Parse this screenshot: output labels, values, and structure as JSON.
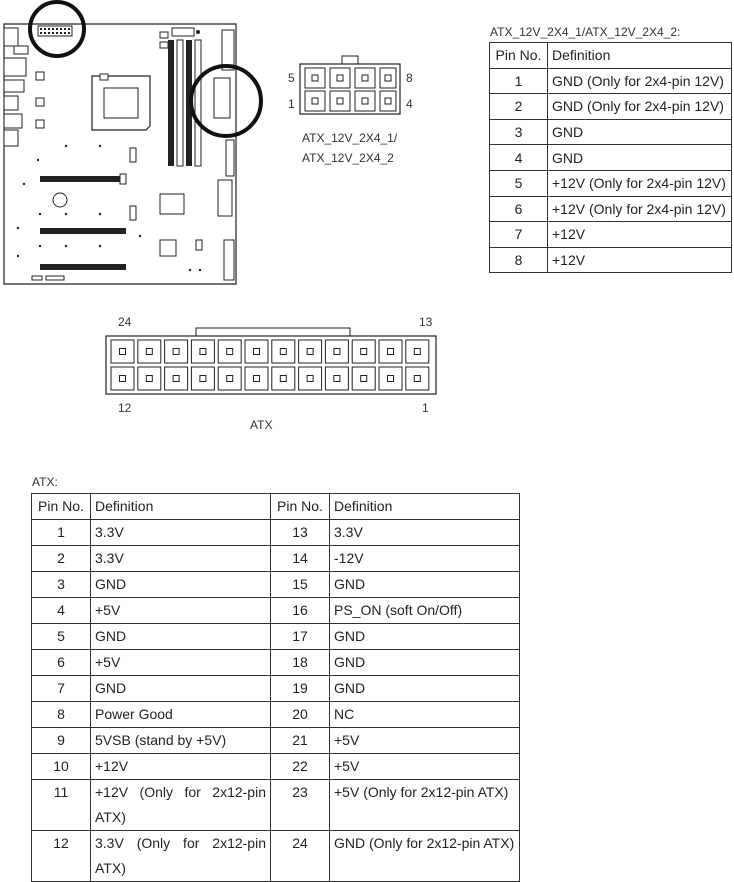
{
  "conn8": {
    "title": "ATX_12V_2X4_1/ATX_12V_2X4_2:",
    "diagram_label_line1": "ATX_12V_2X4_1/",
    "diagram_label_line2": "ATX_12V_2X4_2",
    "pin_labels": {
      "top_left": "5",
      "top_right": "8",
      "bottom_left": "1",
      "bottom_right": "4"
    },
    "headers": [
      "Pin No.",
      "Definition"
    ],
    "rows": [
      [
        "1",
        "GND (Only for 2x4-pin 12V)"
      ],
      [
        "2",
        "GND (Only for 2x4-pin 12V)"
      ],
      [
        "3",
        "GND"
      ],
      [
        "4",
        "GND"
      ],
      [
        "5",
        "+12V (Only for 2x4-pin 12V)"
      ],
      [
        "6",
        "+12V (Only for 2x4-pin 12V)"
      ],
      [
        "7",
        "+12V"
      ],
      [
        "8",
        "+12V"
      ]
    ]
  },
  "atx": {
    "diagram_label": "ATX",
    "pin_labels": {
      "top_left": "24",
      "top_right": "13",
      "bottom_left": "12",
      "bottom_right": "1"
    },
    "title": "ATX:",
    "headers": [
      "Pin No.",
      "Definition",
      "Pin No.",
      "Definition"
    ],
    "rows": [
      [
        "1",
        "3.3V",
        "13",
        "3.3V"
      ],
      [
        "2",
        "3.3V",
        "14",
        "-12V"
      ],
      [
        "3",
        "GND",
        "15",
        "GND"
      ],
      [
        "4",
        "+5V",
        "16",
        "PS_ON (soft On/Off)"
      ],
      [
        "5",
        "GND",
        "17",
        "GND"
      ],
      [
        "6",
        "+5V",
        "18",
        "GND"
      ],
      [
        "7",
        "GND",
        "19",
        "GND"
      ],
      [
        "8",
        "Power Good",
        "20",
        "NC"
      ],
      [
        "9",
        "5VSB (stand by +5V)",
        "21",
        "+5V"
      ],
      [
        "10",
        "+12V",
        "22",
        "+5V"
      ],
      [
        "11",
        "+12V (Only for 2x12-pin ATX)",
        "23",
        "+5V (Only for 2x12-pin ATX)"
      ],
      [
        "12",
        "3.3V (Only for 2x12-pin ATX)",
        "24",
        "GND (Only for 2x12-pin ATX)"
      ]
    ]
  }
}
